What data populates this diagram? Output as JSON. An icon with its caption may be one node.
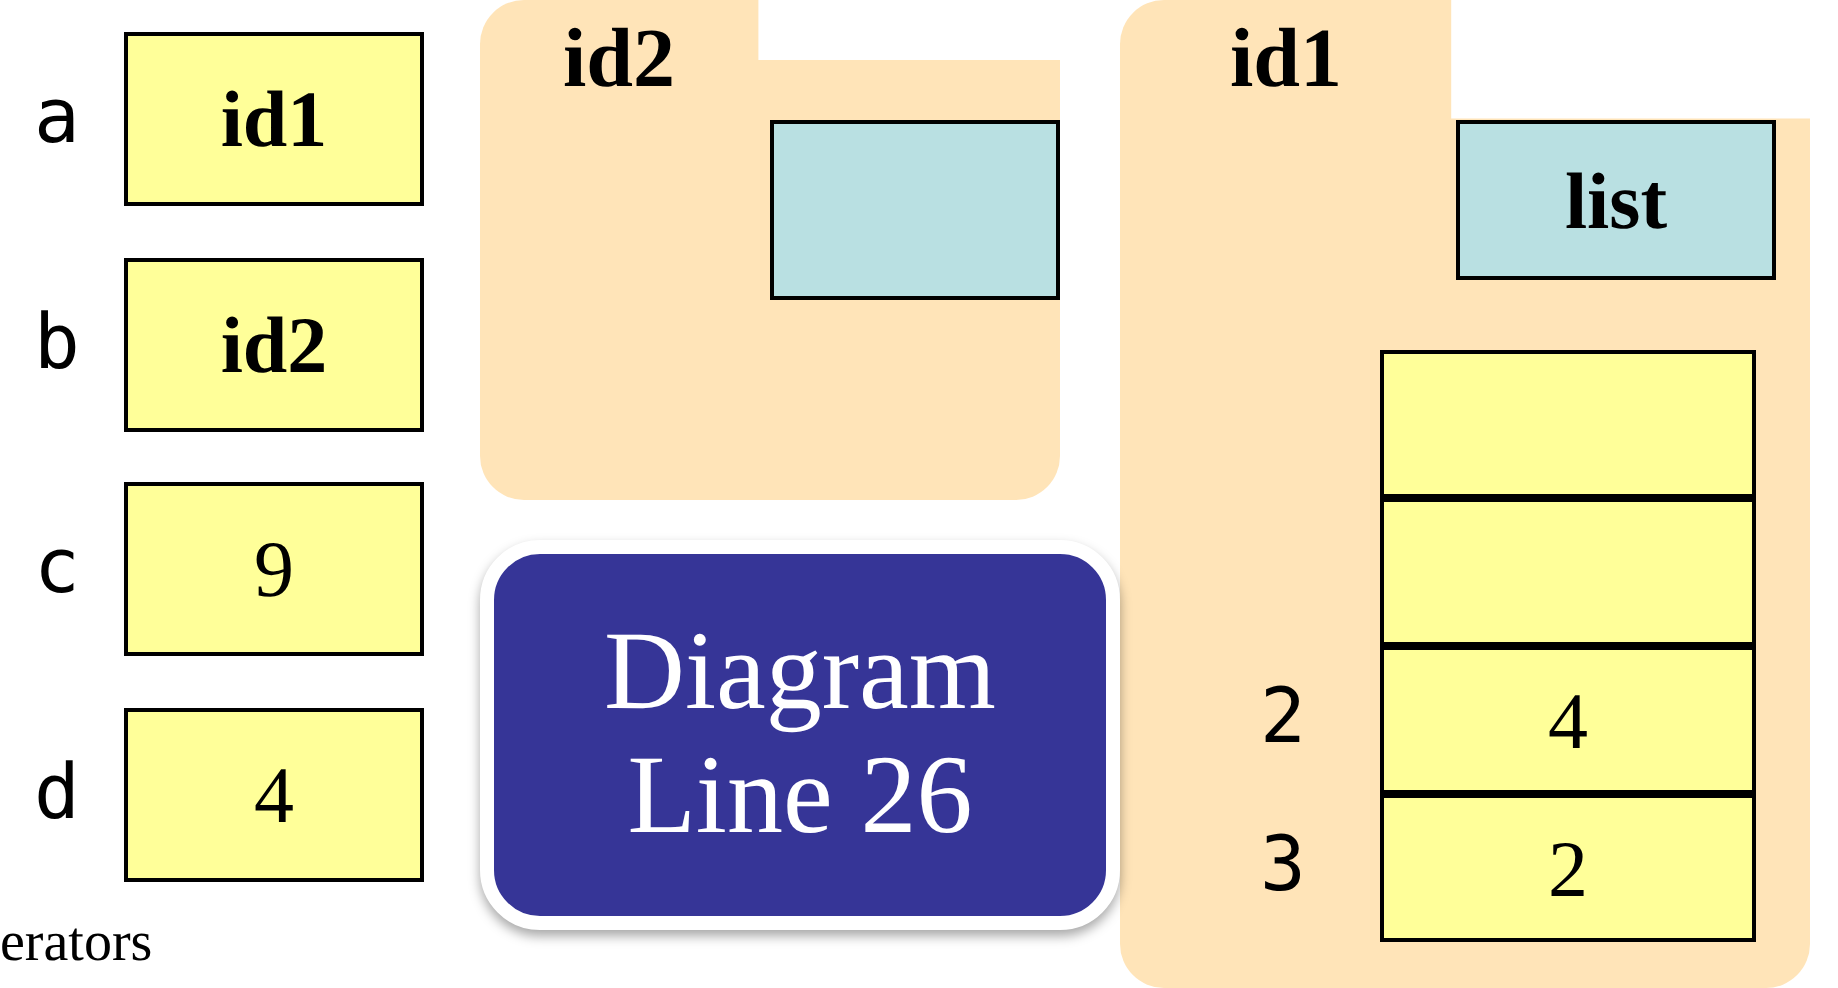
{
  "diagram": {
    "nodes": [
      {
        "text": [
          "id1"
        ],
        "beside": [
          "a"
        ]
      },
      {
        "text": [
          "id2"
        ],
        "beside": [
          "b"
        ]
      },
      {
        "text": [
          "9"
        ],
        "beside": [
          "c"
        ]
      },
      {
        "text": [
          "4"
        ],
        "beside": [
          "d"
        ]
      },
      {
        "text": [
          "id2"
        ]
      },
      {
        "text": [],
        "shape": "box",
        "in": 4
      },
      {
        "text": [
          "id1"
        ]
      },
      {
        "text": [
          "list"
        ],
        "in": 6
      },
      {
        "text": [],
        "shape": "box",
        "in": 6
      },
      {
        "text": [],
        "shape": "box",
        "in": 6
      },
      {
        "text": [
          "4"
        ],
        "beside": [
          "2"
        ],
        "in": 6
      },
      {
        "text": [
          "2"
        ],
        "beside": [
          "3"
        ],
        "in": 6
      },
      {
        "text": [
          "Diagram Line 26"
        ]
      }
    ],
    "edges": [],
    "labels": [
      "erators"
    ]
  }
}
